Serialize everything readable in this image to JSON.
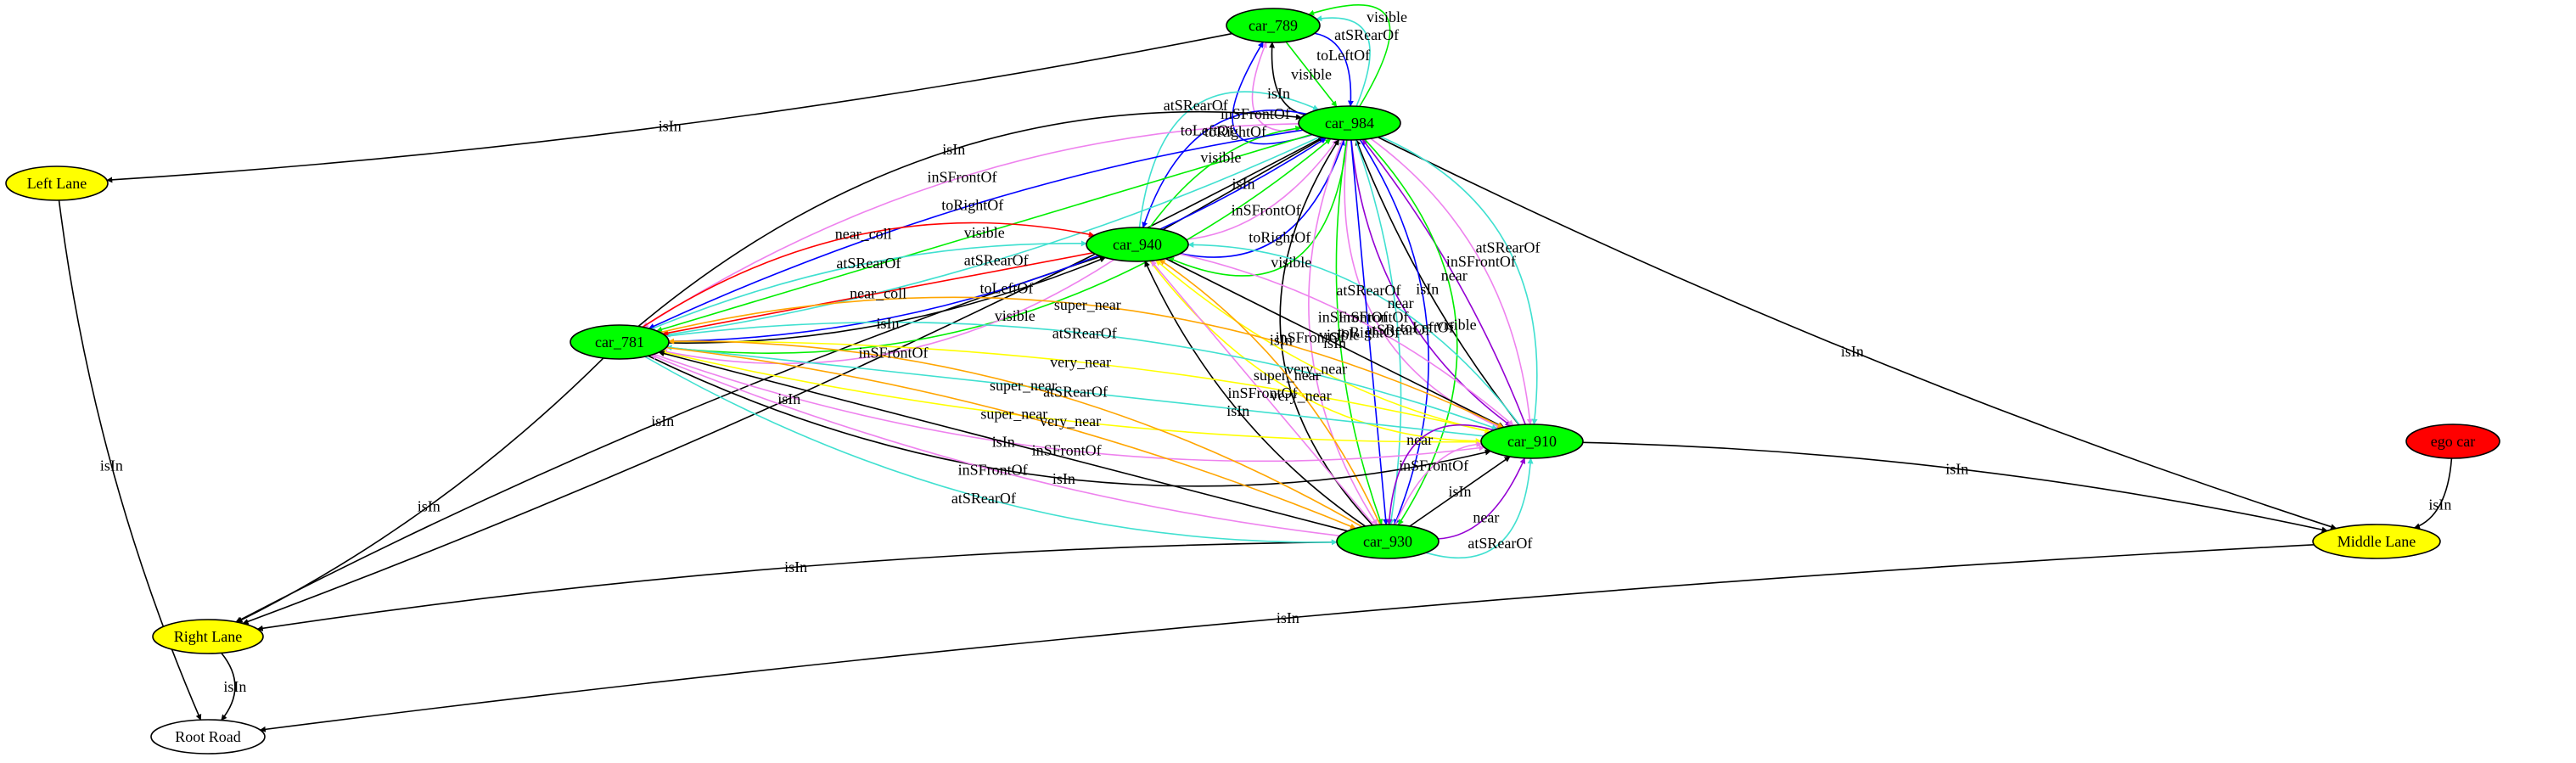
{
  "colors": {
    "vehicle": "#00ff00",
    "lane": "#ffff00",
    "ego": "#ff0000",
    "road": "#ffffff",
    "isIn": "#000000",
    "visible": "#00ee00",
    "atSRearOf": "#40e0d0",
    "inSFrontOf": "#ee82ee",
    "toLeftOf": "#0000ff",
    "toRightOf": "#0000ff",
    "near": "#9400d3",
    "very_near": "#ffff00",
    "super_near": "#ffa500",
    "near_coll": "#ff0000"
  },
  "nodes": [
    {
      "id": "car_789",
      "label": "car_789",
      "kind": "vehicle"
    },
    {
      "id": "car_984",
      "label": "car_984",
      "kind": "vehicle"
    },
    {
      "id": "car_940",
      "label": "car_940",
      "kind": "vehicle"
    },
    {
      "id": "car_781",
      "label": "car_781",
      "kind": "vehicle"
    },
    {
      "id": "car_910",
      "label": "car_910",
      "kind": "vehicle"
    },
    {
      "id": "car_930",
      "label": "car_930",
      "kind": "vehicle"
    },
    {
      "id": "ego_car",
      "label": "ego car",
      "kind": "ego"
    },
    {
      "id": "left_lane",
      "label": "Left Lane",
      "kind": "lane"
    },
    {
      "id": "middle_lane",
      "label": "Middle Lane",
      "kind": "lane"
    },
    {
      "id": "right_lane",
      "label": "Right Lane",
      "kind": "lane"
    },
    {
      "id": "root_road",
      "label": "Root Road",
      "kind": "road"
    }
  ],
  "edges": [
    {
      "from": "car_789",
      "to": "left_lane",
      "label": "isIn",
      "type": "isIn"
    },
    {
      "from": "left_lane",
      "to": "root_road",
      "label": "isIn",
      "type": "isIn"
    },
    {
      "from": "right_lane",
      "to": "root_road",
      "label": "isIn",
      "type": "isIn"
    },
    {
      "from": "middle_lane",
      "to": "root_road",
      "label": "isIn",
      "type": "isIn"
    },
    {
      "from": "ego_car",
      "to": "middle_lane",
      "label": "isIn",
      "type": "isIn"
    },
    {
      "from": "car_984",
      "to": "middle_lane",
      "label": "isIn",
      "type": "isIn"
    },
    {
      "from": "car_984",
      "to": "right_lane",
      "label": "isIn",
      "type": "isIn"
    },
    {
      "from": "car_930",
      "to": "right_lane",
      "label": "isIn",
      "type": "isIn"
    },
    {
      "from": "car_781",
      "to": "right_lane",
      "label": "isIn",
      "type": "isIn"
    },
    {
      "from": "car_940",
      "to": "right_lane",
      "label": "isIn",
      "type": "isIn"
    },
    {
      "from": "car_910",
      "to": "middle_lane",
      "label": "isIn",
      "type": "isIn"
    },
    {
      "from": "car_984",
      "to": "car_789",
      "label": "visible",
      "type": "visible"
    },
    {
      "from": "car_984",
      "to": "car_789",
      "label": "atSRearOf",
      "type": "atSRearOf"
    },
    {
      "from": "car_789",
      "to": "car_984",
      "label": "toLeftOf",
      "type": "toLeftOf"
    },
    {
      "from": "car_789",
      "to": "car_984",
      "label": "visible",
      "type": "visible"
    },
    {
      "from": "car_984",
      "to": "car_789",
      "label": "isIn",
      "type": "isIn"
    },
    {
      "from": "car_984",
      "to": "car_789",
      "label": "inSFrontOf",
      "type": "inSFrontOf"
    },
    {
      "from": "car_984",
      "to": "car_789",
      "label": "toRightOf",
      "type": "toRightOf"
    },
    {
      "from": "car_940",
      "to": "car_984",
      "label": "atSRearOf",
      "type": "atSRearOf"
    },
    {
      "from": "car_984",
      "to": "car_940",
      "label": "toLeftOf",
      "type": "toLeftOf"
    },
    {
      "from": "car_940",
      "to": "car_984",
      "label": "visible",
      "type": "visible"
    },
    {
      "from": "car_940",
      "to": "car_984",
      "label": "isIn",
      "type": "isIn"
    },
    {
      "from": "car_940",
      "to": "car_984",
      "label": "inSFrontOf",
      "type": "inSFrontOf"
    },
    {
      "from": "car_940",
      "to": "car_984",
      "label": "toRightOf",
      "type": "toRightOf"
    },
    {
      "from": "car_984",
      "to": "car_940",
      "label": "visible",
      "type": "visible"
    },
    {
      "from": "car_781",
      "to": "car_984",
      "label": "isIn",
      "type": "isIn"
    },
    {
      "from": "car_984",
      "to": "car_781",
      "label": "inSFrontOf",
      "type": "inSFrontOf"
    },
    {
      "from": "car_984",
      "to": "car_781",
      "label": "toRightOf",
      "type": "toRightOf"
    },
    {
      "from": "car_984",
      "to": "car_781",
      "label": "visible",
      "type": "visible"
    },
    {
      "from": "car_984",
      "to": "car_781",
      "label": "atSRearOf",
      "type": "atSRearOf"
    },
    {
      "from": "car_781",
      "to": "car_984",
      "label": "toLeftOf",
      "type": "toLeftOf"
    },
    {
      "from": "car_781",
      "to": "car_984",
      "label": "visible",
      "type": "visible"
    },
    {
      "from": "car_781",
      "to": "car_940",
      "label": "near_coll",
      "type": "near_coll"
    },
    {
      "from": "car_781",
      "to": "car_940",
      "label": "atSRearOf",
      "type": "atSRearOf"
    },
    {
      "from": "car_940",
      "to": "car_781",
      "label": "near_coll",
      "type": "near_coll"
    },
    {
      "from": "car_781",
      "to": "car_940",
      "label": "isIn",
      "type": "isIn"
    },
    {
      "from": "car_940",
      "to": "car_781",
      "label": "inSFrontOf",
      "type": "inSFrontOf"
    },
    {
      "from": "car_984",
      "to": "car_910",
      "label": "inSFrontOf",
      "type": "inSFrontOf"
    },
    {
      "from": "car_984",
      "to": "car_910",
      "label": "near",
      "type": "near"
    },
    {
      "from": "car_910",
      "to": "car_984",
      "label": "isIn",
      "type": "isIn"
    },
    {
      "from": "car_910",
      "to": "car_984",
      "label": "near",
      "type": "near"
    },
    {
      "from": "car_984",
      "to": "car_910",
      "label": "inSFrontOf",
      "type": "inSFrontOf"
    },
    {
      "from": "car_984",
      "to": "car_910",
      "label": "atSRearOf",
      "type": "atSRearOf"
    },
    {
      "from": "car_930",
      "to": "car_984",
      "label": "isIn",
      "type": "isIn"
    },
    {
      "from": "car_984",
      "to": "car_930",
      "label": "inSFrontOf",
      "type": "inSFrontOf"
    },
    {
      "from": "car_984",
      "to": "car_930",
      "label": "visible",
      "type": "visible"
    },
    {
      "from": "car_984",
      "to": "car_930",
      "label": "toRightOf",
      "type": "toRightOf"
    },
    {
      "from": "car_984",
      "to": "car_930",
      "label": "atSRearOf",
      "type": "atSRearOf"
    },
    {
      "from": "car_984",
      "to": "car_930",
      "label": "toLeftOf",
      "type": "toLeftOf"
    },
    {
      "from": "car_984",
      "to": "car_930",
      "label": "visible",
      "type": "visible"
    },
    {
      "from": "car_940",
      "to": "car_910",
      "label": "very_near",
      "type": "very_near"
    },
    {
      "from": "car_910",
      "to": "car_940",
      "label": "very_near",
      "type": "very_near"
    },
    {
      "from": "car_940",
      "to": "car_910",
      "label": "isIn",
      "type": "isIn"
    },
    {
      "from": "car_940",
      "to": "car_910",
      "label": "inSFrontOf",
      "type": "inSFrontOf"
    },
    {
      "from": "car_910",
      "to": "car_940",
      "label": "atSRearOf",
      "type": "atSRearOf"
    },
    {
      "from": "car_930",
      "to": "car_940",
      "label": "isIn",
      "type": "isIn"
    },
    {
      "from": "car_930",
      "to": "car_940",
      "label": "inSFrontOf",
      "type": "inSFrontOf"
    },
    {
      "from": "car_930",
      "to": "car_940",
      "label": "super_near",
      "type": "super_near"
    },
    {
      "from": "car_781",
      "to": "car_910",
      "label": "super_near",
      "type": "super_near"
    },
    {
      "from": "car_781",
      "to": "car_910",
      "label": "atSRearOf",
      "type": "atSRearOf"
    },
    {
      "from": "car_781",
      "to": "car_910",
      "label": "very_near",
      "type": "very_near"
    },
    {
      "from": "car_910",
      "to": "car_781",
      "label": "atSRearOf",
      "type": "atSRearOf"
    },
    {
      "from": "car_910",
      "to": "car_781",
      "label": "very_near",
      "type": "very_near"
    },
    {
      "from": "car_781",
      "to": "car_910",
      "label": "inSFrontOf",
      "type": "inSFrontOf"
    },
    {
      "from": "car_781",
      "to": "car_910",
      "label": "isIn",
      "type": "isIn"
    },
    {
      "from": "car_930",
      "to": "car_781",
      "label": "super_near",
      "type": "super_near"
    },
    {
      "from": "car_781",
      "to": "car_930",
      "label": "super_near",
      "type": "super_near"
    },
    {
      "from": "car_930",
      "to": "car_781",
      "label": "isIn",
      "type": "isIn"
    },
    {
      "from": "car_930",
      "to": "car_781",
      "label": "inSFrontOf",
      "type": "inSFrontOf"
    },
    {
      "from": "car_781",
      "to": "car_930",
      "label": "atSRearOf",
      "type": "atSRearOf"
    },
    {
      "from": "car_930",
      "to": "car_910",
      "label": "atSRearOf",
      "type": "atSRearOf"
    },
    {
      "from": "car_930",
      "to": "car_910",
      "label": "near",
      "type": "near"
    },
    {
      "from": "car_930",
      "to": "car_910",
      "label": "isIn",
      "type": "isIn"
    },
    {
      "from": "car_930",
      "to": "car_910",
      "label": "inSFrontOf",
      "type": "inSFrontOf"
    },
    {
      "from": "car_910",
      "to": "car_930",
      "label": "near",
      "type": "near"
    }
  ]
}
